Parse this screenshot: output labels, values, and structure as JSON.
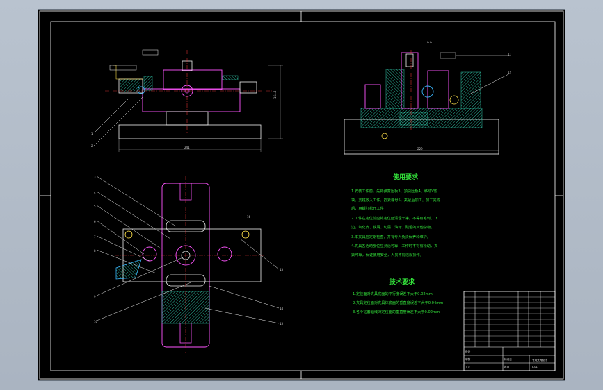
{
  "usage": {
    "title": "使用要求",
    "lines": [
      "1.安装工件前，先将弹簧压板3、顶块压板4、移动V形",
      "块，支柱放入工件，拧紧螺母5，夹紧后加工。加工完成",
      "后，用螺钉松开工件",
      "2.工件在定位前应将定位面清理干净，不得有毛刺、飞",
      "边，氧化皮、铁屑、切屑、油污、残留的其他杂物。",
      "3.本夹具应定期检查，并有专人负责保养和维护。",
      "4.夹具各活动部位应灵活可靠，工作时不得有松动，夹",
      "紧可靠，保证使用安全，人员不得违规操作。"
    ]
  },
  "tech": {
    "title": "技术要求",
    "lines": [
      "1.定位面对夹具底面的平行度误差不大于0.02mm",
      "2.夹具定位面对夹具体底面的垂直度误差不大于0.04mm",
      "3.各个钻套轴线对定位面的垂直度误差不大于0.02mm"
    ]
  },
  "dims": {
    "front_width": "241",
    "front_height": "164.3",
    "side_width": "229",
    "top_label": "A-A"
  },
  "callouts": {
    "front": [
      "1",
      "2"
    ],
    "side": [
      "11",
      "12"
    ],
    "plan_left": [
      "3",
      "4",
      "5",
      "6",
      "7",
      "8",
      "9",
      "10"
    ],
    "plan_right": [
      "13",
      "14",
      "15",
      "16"
    ]
  },
  "title_block": {
    "name": "专用夹具设计",
    "drawing_no": "JJ-01",
    "rows": [
      "设计",
      "审核",
      "工艺",
      "标准化",
      "批准"
    ]
  },
  "colors": {
    "frame": "#ffffff",
    "outline": "#f0f0f0",
    "section": "#ff55ff",
    "hidden": "#ffe14a",
    "hatch": "#33c8a8",
    "dim": "#c8c8c8",
    "text": "#33e03a",
    "accent": "#39b7ff"
  }
}
